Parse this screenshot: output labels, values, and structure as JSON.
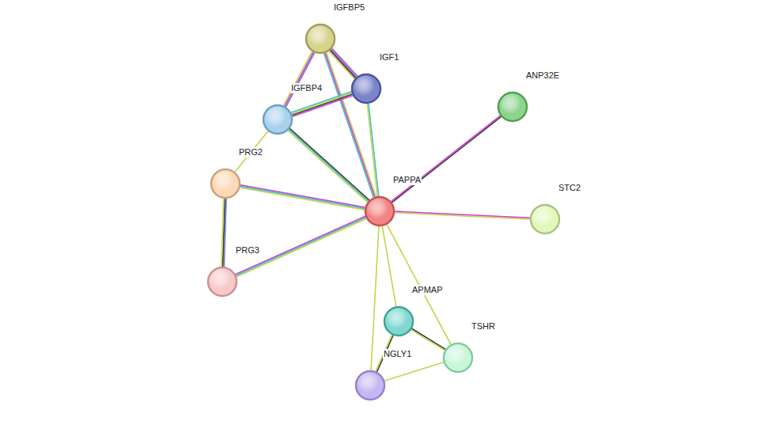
{
  "diagram": {
    "nodes": [
      {
        "text": [
          "IGFBP5"
        ]
      },
      {
        "text": [
          "IGF1"
        ]
      },
      {
        "text": [
          "ANP32E"
        ]
      },
      {
        "text": [
          "IGFBP4"
        ]
      },
      {
        "text": [
          "PRG2"
        ]
      },
      {
        "text": [
          "PAPPA"
        ]
      },
      {
        "text": [
          "STC2"
        ]
      },
      {
        "text": [
          "PRG3"
        ]
      },
      {
        "text": [
          "APMAP"
        ]
      },
      {
        "text": [
          "TSHR"
        ]
      },
      {
        "text": [
          "NGLY1"
        ]
      }
    ],
    "edges": [
      {
        "from": 0,
        "to": 1,
        "arrow": "none"
      },
      {
        "from": 0,
        "to": 3,
        "arrow": "none"
      },
      {
        "from": 0,
        "to": 5,
        "arrow": "none"
      },
      {
        "from": 1,
        "to": 3,
        "arrow": "none"
      },
      {
        "from": 1,
        "to": 5,
        "arrow": "none"
      },
      {
        "from": 3,
        "to": 5,
        "arrow": "none"
      },
      {
        "from": 3,
        "to": 4,
        "arrow": "none"
      },
      {
        "from": 4,
        "to": 5,
        "arrow": "none"
      },
      {
        "from": 4,
        "to": 7,
        "arrow": "none"
      },
      {
        "from": 7,
        "to": 5,
        "arrow": "none"
      },
      {
        "from": 2,
        "to": 5,
        "arrow": "none"
      },
      {
        "from": 6,
        "to": 5,
        "arrow": "none"
      },
      {
        "from": 5,
        "to": 8,
        "arrow": "none"
      },
      {
        "from": 5,
        "to": 9,
        "arrow": "none"
      },
      {
        "from": 5,
        "to": 10,
        "arrow": "none"
      },
      {
        "from": 8,
        "to": 9,
        "arrow": "none"
      },
      {
        "from": 8,
        "to": 10,
        "arrow": "none"
      },
      {
        "from": 10,
        "to": 9,
        "arrow": "none"
      }
    ]
  }
}
